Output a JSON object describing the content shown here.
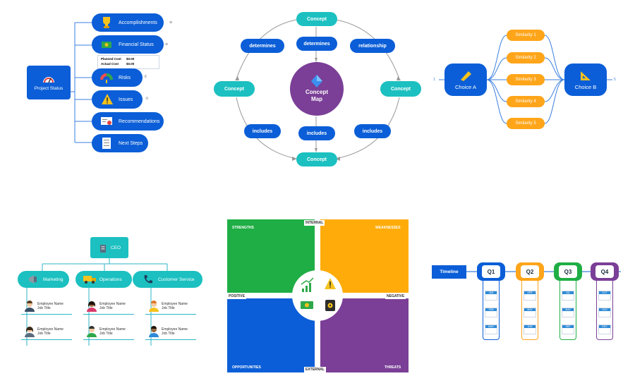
{
  "project_status": {
    "root": "Project Status",
    "items": [
      {
        "label": "Accomplishments",
        "marker": "⊖"
      },
      {
        "label": "Financial Status",
        "marker": "⊖"
      },
      {
        "label": "Risks",
        "marker": "①"
      },
      {
        "label": "Issues",
        "marker": "①"
      },
      {
        "label": "Recommendations",
        "marker": ""
      },
      {
        "label": "Next Steps",
        "marker": ""
      }
    ],
    "financial_rows": [
      {
        "label": "Planned Cost",
        "value": "$0.00"
      },
      {
        "label": "Actual Cost",
        "value": "$0.00"
      }
    ]
  },
  "concept_map": {
    "center": "Concept Map",
    "concept_top": "Concept",
    "concept_left": "Concept",
    "concept_right": "Concept",
    "concept_bottom": "Concept",
    "link_determines_left": "determines",
    "link_determines_center": "determines",
    "link_relationship": "relationship",
    "link_includes_left": "includes",
    "link_includes_center": "includes",
    "link_includes_right": "includes"
  },
  "comparison": {
    "choice_a": "Choice A",
    "choice_b": "Choice B",
    "marker_a": "1",
    "marker_b": "5",
    "similarities": [
      "Similarity 1",
      "Similarity 2",
      "Similarity 3",
      "Similarity 4",
      "Similarity 5"
    ]
  },
  "org_chart": {
    "root": "CEO",
    "departments": [
      "Marketing",
      "Operations",
      "Customer Service"
    ],
    "employee_name": "Employee Name",
    "job_title": "Job Title"
  },
  "swot": {
    "strengths": "STRENGTHS",
    "weaknesses": "WEAKNESSES",
    "opportunities": "OPPORTUNITIES",
    "threats": "THREATS",
    "internal": "INTERNAL",
    "external": "EXTERNAL",
    "positive": "POSITIVE",
    "negative": "NEGATIVE",
    "colors": {
      "strengths": "#1fae45",
      "weaknesses": "#ffac0a",
      "opportunities": "#0b5ed7",
      "threats": "#7b3f97"
    }
  },
  "timeline": {
    "label": "Timeline",
    "quarters": [
      {
        "name": "Q1",
        "color": "#0b5ed7",
        "months": [
          "JAN",
          "FEB",
          "MAR"
        ]
      },
      {
        "name": "Q2",
        "color": "#ffa51a",
        "months": [
          "APR",
          "MAY",
          "JUN"
        ]
      },
      {
        "name": "Q3",
        "color": "#1fae45",
        "months": [
          "JUL",
          "AUG",
          "SEP"
        ]
      },
      {
        "name": "Q4",
        "color": "#7b3f97",
        "months": [
          "OCT",
          "NOV",
          "DEC"
        ]
      }
    ]
  }
}
